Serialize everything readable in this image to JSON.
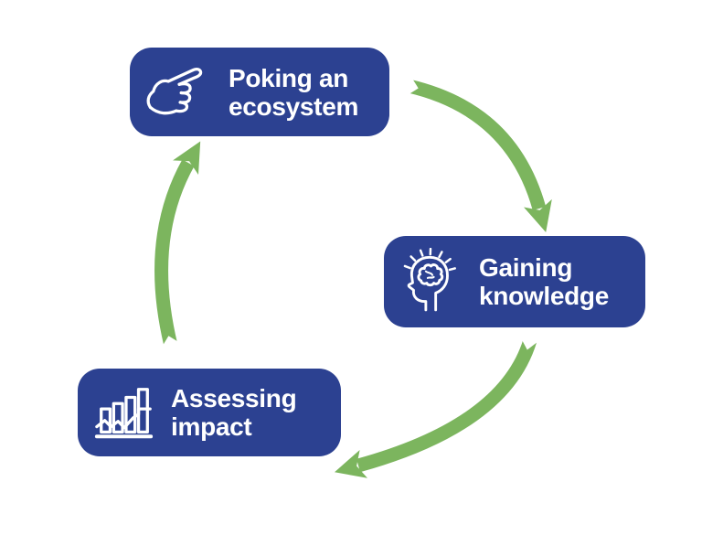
{
  "diagram": {
    "type": "cycle",
    "background_color": "#ffffff",
    "box_color": "#2c4191",
    "arrow_color": "#7cb55e",
    "text_color": "#ffffff",
    "steps": [
      {
        "id": "poking-ecosystem",
        "line1": "Poking an",
        "line2": "ecosystem",
        "icon": "pointing-hand-icon"
      },
      {
        "id": "gaining-knowledge",
        "line1": "Gaining",
        "line2": "knowledge",
        "icon": "head-brain-icon"
      },
      {
        "id": "assessing-impact",
        "line1": "Assessing",
        "line2": "impact",
        "icon": "bar-chart-icon"
      }
    ],
    "arrows": [
      {
        "from": "Poking an ecosystem",
        "to": "Gaining knowledge"
      },
      {
        "from": "Gaining knowledge",
        "to": "Assessing impact"
      },
      {
        "from": "Assessing impact",
        "to": "Poking an ecosystem"
      }
    ]
  }
}
